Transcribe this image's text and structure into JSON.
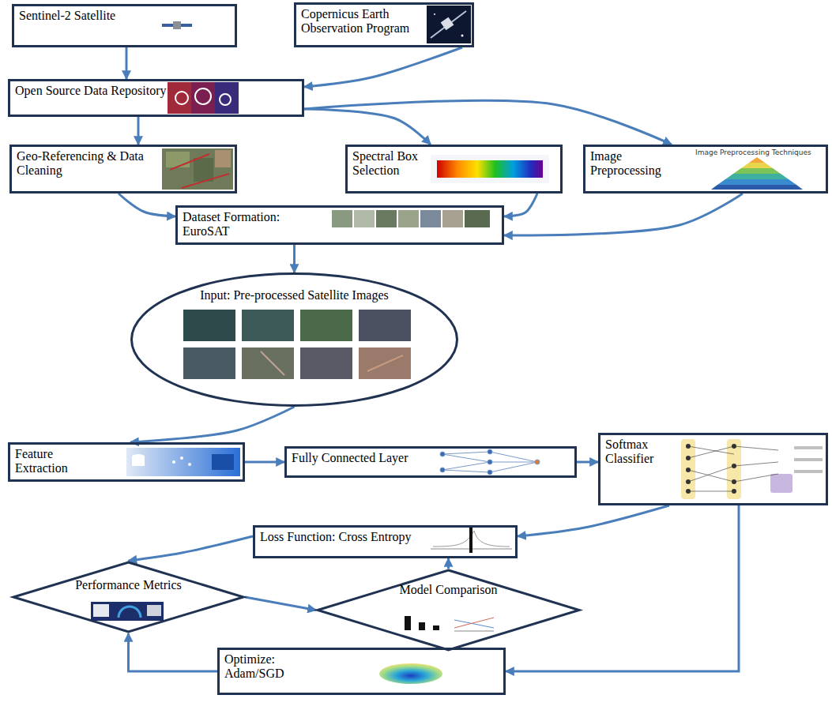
{
  "diagram": {
    "nodes": [
      {
        "text": [
          "Sentinel-2 Satellite"
        ]
      },
      {
        "text": [
          "Copernicus Earth Observation Program"
        ]
      },
      {
        "text": [
          "Open Source Data Repository"
        ]
      },
      {
        "text": [
          "Geo-Referencing & Data Cleaning"
        ]
      },
      {
        "text": [
          "Spectral Box Selection"
        ]
      },
      {
        "text": [
          "Image Preprocessing"
        ]
      },
      {
        "text": [
          "Dataset Formation: EuroSAT"
        ]
      },
      {
        "text": [
          "Input: Pre-processed Satellite Images"
        ]
      },
      {
        "text": [
          "Feature Extraction"
        ]
      },
      {
        "text": [
          "Fully Connected Layer"
        ]
      },
      {
        "text": [
          "Softmax Classifier"
        ]
      },
      {
        "text": [
          "Loss Function: Cross Entropy"
        ]
      },
      {
        "text": [
          "Performance Metrics"
        ]
      },
      {
        "text": [
          "Model Comparison"
        ]
      },
      {
        "text": [
          "Optimize: Adam/SGD"
        ]
      }
    ],
    "edges": [
      {
        "from": 0,
        "to": 2,
        "arrow": "to"
      },
      {
        "from": 1,
        "to": 2,
        "arrow": "to"
      },
      {
        "from": 2,
        "to": 3,
        "arrow": "to"
      },
      {
        "from": 2,
        "to": 4,
        "arrow": "to"
      },
      {
        "from": 2,
        "to": 5,
        "arrow": "to"
      },
      {
        "from": 3,
        "to": 6,
        "arrow": "to"
      },
      {
        "from": 4,
        "to": 6,
        "arrow": "to"
      },
      {
        "from": 5,
        "to": 6,
        "arrow": "to"
      },
      {
        "from": 6,
        "to": 7,
        "arrow": "to"
      },
      {
        "from": 7,
        "to": 8,
        "arrow": "to"
      },
      {
        "from": 8,
        "to": 9,
        "arrow": "to"
      },
      {
        "from": 9,
        "to": 10,
        "arrow": "to"
      },
      {
        "from": 10,
        "to": 11,
        "arrow": "to"
      },
      {
        "from": 10,
        "to": 14,
        "arrow": "to"
      },
      {
        "from": 11,
        "to": 12,
        "arrow": "to"
      },
      {
        "from": 12,
        "to": 13,
        "arrow": "to"
      },
      {
        "from": 13,
        "to": 11,
        "arrow": "to"
      },
      {
        "from": 14,
        "to": 12,
        "arrow": "to"
      }
    ],
    "labels": [
      "Image Preprocessing Techniques"
    ]
  }
}
